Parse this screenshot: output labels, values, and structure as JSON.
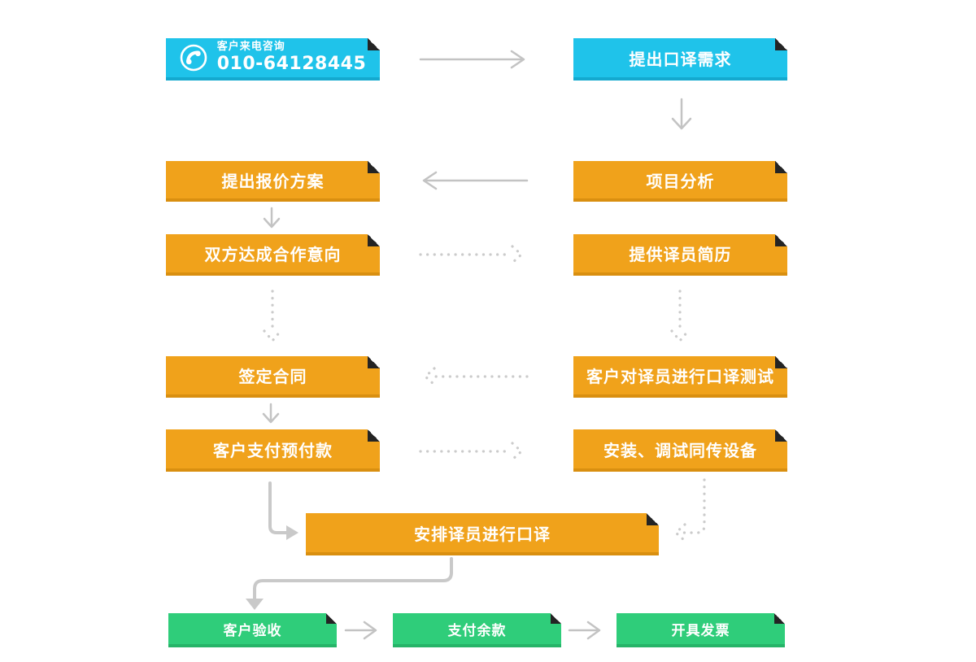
{
  "colors": {
    "blue": "#1fc3ea",
    "blue_dark_edge": "#14a9cf",
    "orange": "#f0a21b",
    "orange_dark_edge": "#d98f10",
    "green": "#2fcd7a",
    "green_dark_edge": "#26b468",
    "fold_corner": "#242424",
    "arrow_gray": "#c3c3c3",
    "dotted_gray": "#cbcbcb",
    "text": "#ffffff",
    "background": "#ffffff"
  },
  "nodes": {
    "start": {
      "line1": "客户来电咨询",
      "line2": "010-64128445",
      "icon": "phone-icon",
      "color": "blue"
    },
    "demand": {
      "label": "提出口译需求",
      "color": "blue"
    },
    "quote": {
      "label": "提出报价方案",
      "color": "orange"
    },
    "analysis": {
      "label": "项目分析",
      "color": "orange"
    },
    "agree": {
      "label": "双方达成合作意向",
      "color": "orange"
    },
    "resume": {
      "label": "提供译员简历",
      "color": "orange"
    },
    "contract": {
      "label": "签定合同",
      "color": "orange"
    },
    "test": {
      "label": "客户对译员进行口译测试",
      "color": "orange"
    },
    "prepay": {
      "label": "客户支付预付款",
      "color": "orange"
    },
    "equipment": {
      "label": "安装、调试同传设备",
      "color": "orange"
    },
    "arrange": {
      "label": "安排译员进行口译",
      "color": "orange"
    },
    "accept": {
      "label": "客户验收",
      "color": "green"
    },
    "balance": {
      "label": "支付余款",
      "color": "green"
    },
    "invoice": {
      "label": "开具发票",
      "color": "green"
    }
  },
  "edges": [
    {
      "from": "客户来电咨询",
      "to": "提出口译需求",
      "style": "solid",
      "direction": "right"
    },
    {
      "from": "提出口译需求",
      "to": "项目分析",
      "style": "solid",
      "direction": "down"
    },
    {
      "from": "项目分析",
      "to": "提出报价方案",
      "style": "solid",
      "direction": "left"
    },
    {
      "from": "提出报价方案",
      "to": "双方达成合作意向",
      "style": "solid",
      "direction": "down"
    },
    {
      "from": "双方达成合作意向",
      "to": "提供译员简历",
      "style": "dotted",
      "direction": "right"
    },
    {
      "from": "双方达成合作意向",
      "to": "签定合同",
      "style": "dotted",
      "direction": "down"
    },
    {
      "from": "提供译员简历",
      "to": "客户对译员进行口译测试",
      "style": "dotted",
      "direction": "down"
    },
    {
      "from": "客户对译员进行口译测试",
      "to": "签定合同",
      "style": "dotted",
      "direction": "left"
    },
    {
      "from": "签定合同",
      "to": "客户支付预付款",
      "style": "solid",
      "direction": "down"
    },
    {
      "from": "客户支付预付款",
      "to": "安装、调试同传设备",
      "style": "dotted",
      "direction": "right"
    },
    {
      "from": "客户支付预付款",
      "to": "安排译员进行口译",
      "style": "solid",
      "direction": "elbow-down-right"
    },
    {
      "from": "安装、调试同传设备",
      "to": "安排译员进行口译",
      "style": "dotted",
      "direction": "elbow-down-left"
    },
    {
      "from": "安排译员进行口译",
      "to": "客户验收",
      "style": "solid",
      "direction": "elbow-down-left-down"
    },
    {
      "from": "客户验收",
      "to": "支付余款",
      "style": "solid",
      "direction": "right"
    },
    {
      "from": "支付余款",
      "to": "开具发票",
      "style": "solid",
      "direction": "right"
    }
  ]
}
